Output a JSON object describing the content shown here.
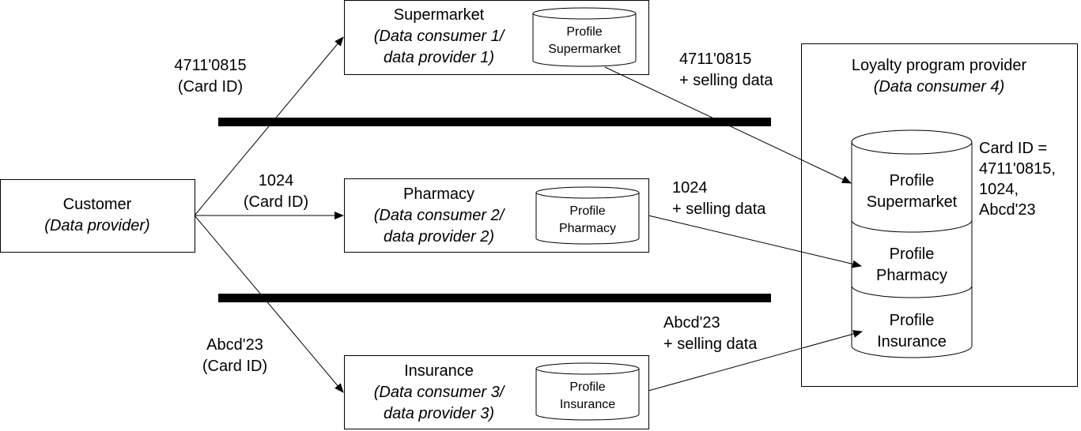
{
  "colors": {
    "stroke": "#000000",
    "background": "#ffffff",
    "barrier": "#000000"
  },
  "customer": {
    "title": "Customer",
    "role": "(Data provider)"
  },
  "supermarket": {
    "title": "Supermarket",
    "role_line1": "(Data consumer 1/",
    "role_line2": "data provider 1)",
    "db_line1": "Profile",
    "db_line2": "Supermarket"
  },
  "pharmacy": {
    "title": "Pharmacy",
    "role_line1": "(Data consumer 2/",
    "role_line2": "data provider 2)",
    "db_line1": "Profile",
    "db_line2": "Pharmacy"
  },
  "insurance": {
    "title": "Insurance",
    "role_line1": "(Data consumer 3/",
    "role_line2": "data provider 3)",
    "db_line1": "Profile",
    "db_line2": "Insurance"
  },
  "loyalty": {
    "title": "Loyalty program provider",
    "role": "(Data consumer 4)",
    "segments": [
      {
        "line1": "Profile",
        "line2": "Supermarket"
      },
      {
        "line1": "Profile",
        "line2": "Pharmacy"
      },
      {
        "line1": "Profile",
        "line2": "Insurance"
      }
    ],
    "card_ids": [
      "Card ID =",
      "4711'0815,",
      "1024,",
      "Abcd'23"
    ]
  },
  "edges": {
    "to_supermarket": {
      "line1": "4711'0815",
      "line2": "(Card ID)"
    },
    "to_pharmacy": {
      "line1": "1024",
      "line2": "(Card ID)"
    },
    "to_insurance": {
      "line1": "Abcd'23",
      "line2": "(Card ID)"
    },
    "supermarket_to_loyalty": {
      "line1": "4711'0815",
      "line2": "+ selling data"
    },
    "pharmacy_to_loyalty": {
      "line1": "1024",
      "line2": "+ selling data"
    },
    "insurance_to_loyalty": {
      "line1": "Abcd'23",
      "line2": "+ selling data"
    }
  }
}
